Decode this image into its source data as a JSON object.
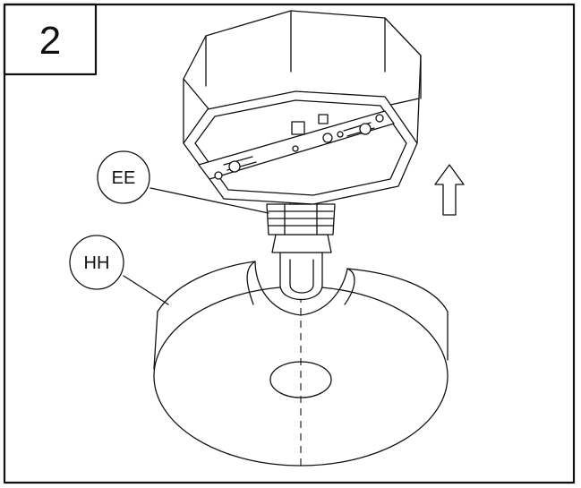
{
  "step": {
    "number": "2"
  },
  "callouts": [
    {
      "id": "ee",
      "label": "EE"
    },
    {
      "id": "hh",
      "label": "HH"
    }
  ]
}
